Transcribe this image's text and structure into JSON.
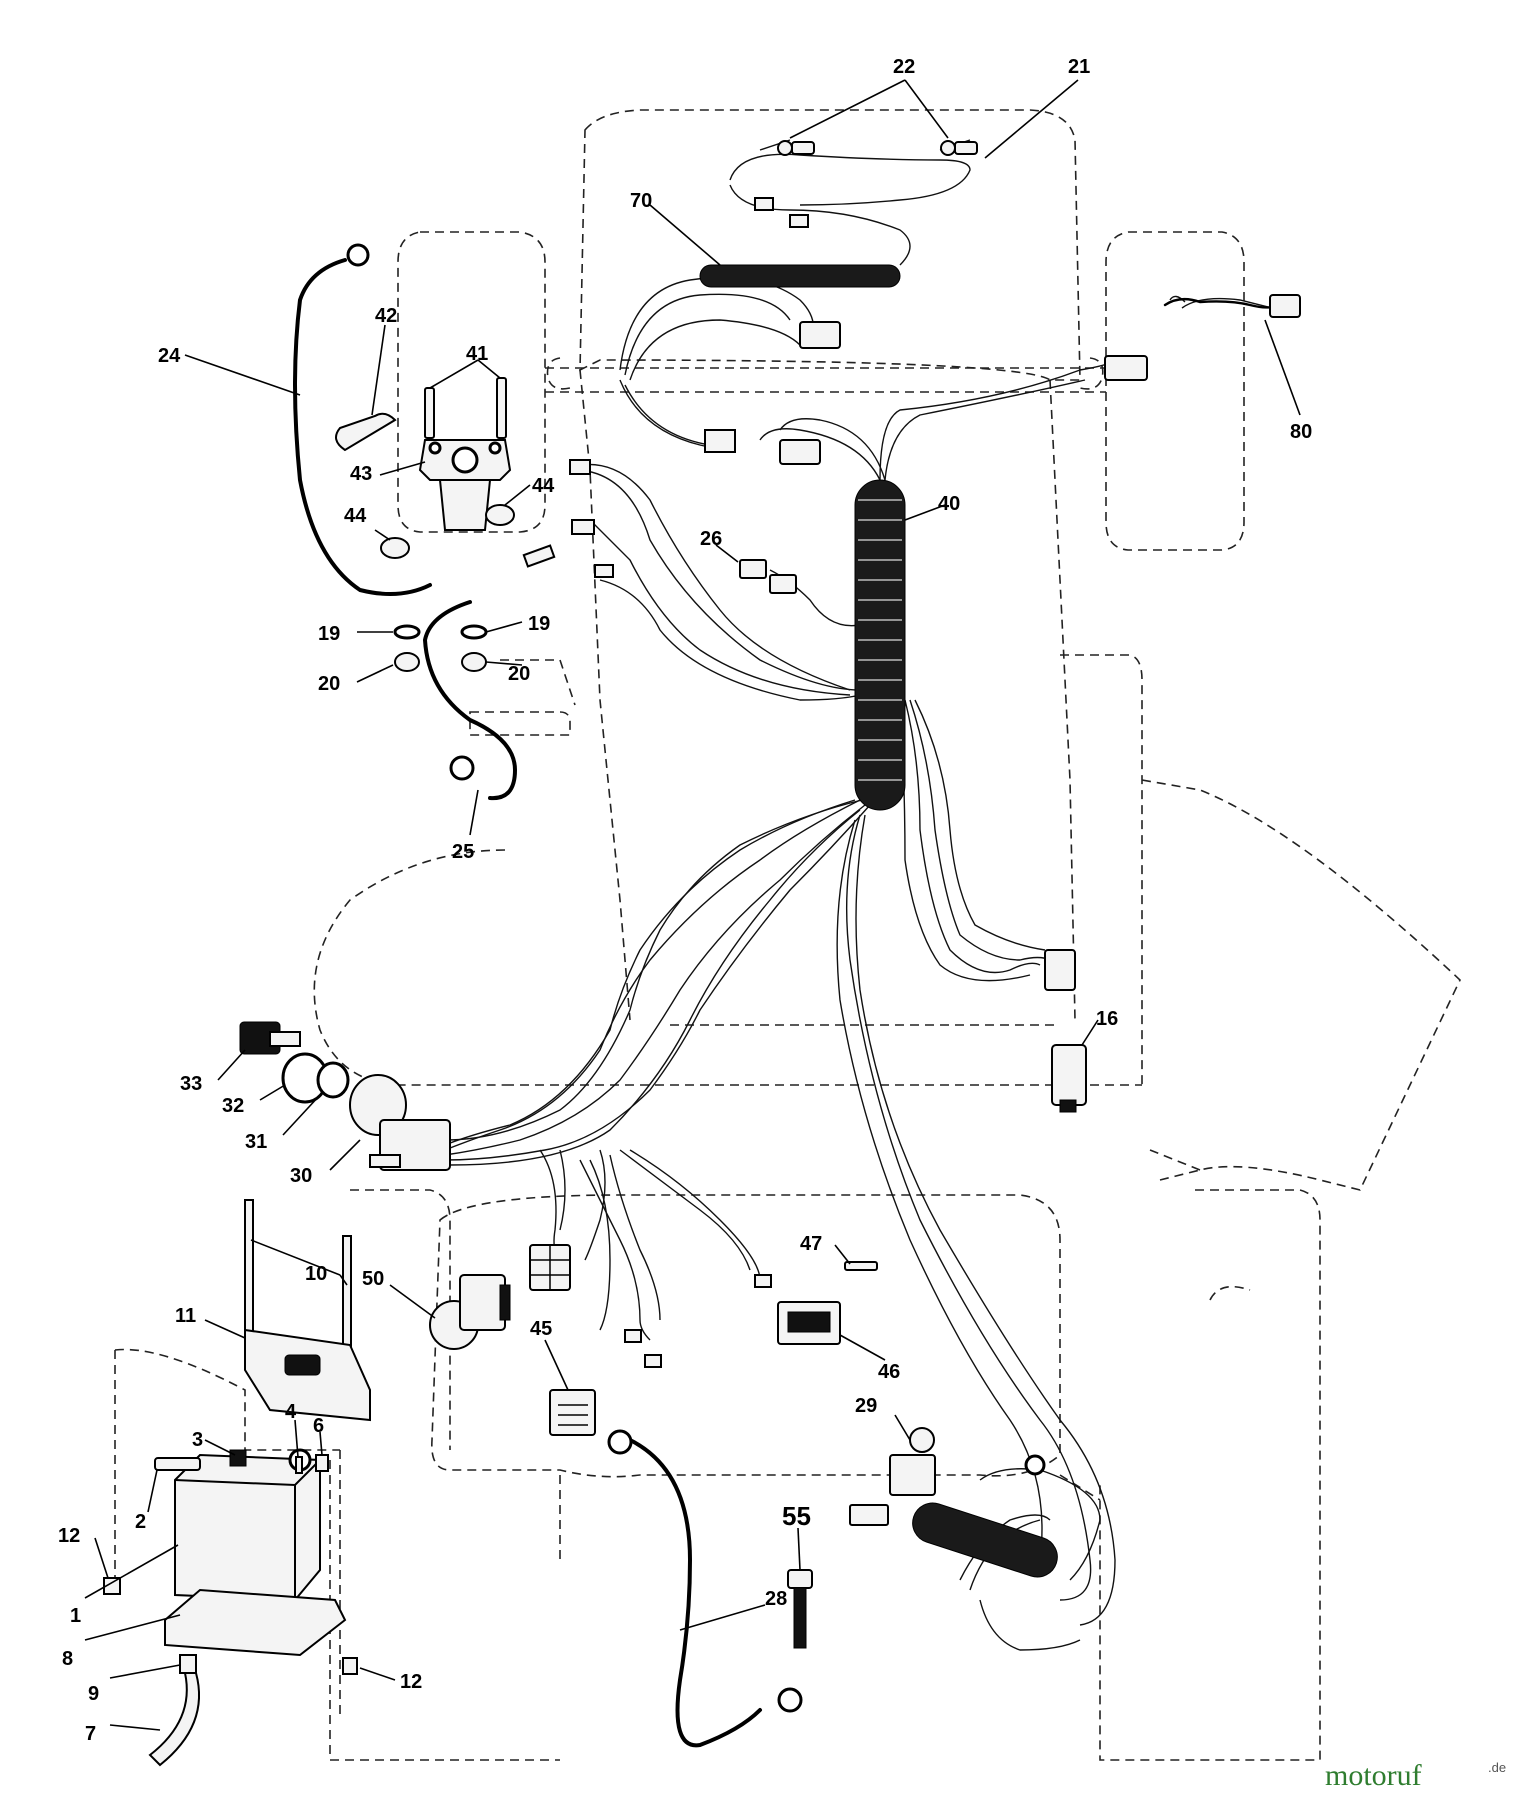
{
  "callouts": [
    {
      "id": "c22",
      "text": "22"
    },
    {
      "id": "c21",
      "text": "21"
    },
    {
      "id": "c70",
      "text": "70"
    },
    {
      "id": "c42",
      "text": "42"
    },
    {
      "id": "c24",
      "text": "24"
    },
    {
      "id": "c41",
      "text": "41"
    },
    {
      "id": "c43",
      "text": "43"
    },
    {
      "id": "c44a",
      "text": "44"
    },
    {
      "id": "c44b",
      "text": "44"
    },
    {
      "id": "c80",
      "text": "80"
    },
    {
      "id": "c40",
      "text": "40"
    },
    {
      "id": "c26",
      "text": "26"
    },
    {
      "id": "c19a",
      "text": "19"
    },
    {
      "id": "c19b",
      "text": "19"
    },
    {
      "id": "c20a",
      "text": "20"
    },
    {
      "id": "c20b",
      "text": "20"
    },
    {
      "id": "c25",
      "text": "25"
    },
    {
      "id": "c16",
      "text": "16"
    },
    {
      "id": "c33",
      "text": "33"
    },
    {
      "id": "c32",
      "text": "32"
    },
    {
      "id": "c31",
      "text": "31"
    },
    {
      "id": "c30",
      "text": "30"
    },
    {
      "id": "c10",
      "text": "10"
    },
    {
      "id": "c50",
      "text": "50"
    },
    {
      "id": "c47",
      "text": "47"
    },
    {
      "id": "c11",
      "text": "11"
    },
    {
      "id": "c45",
      "text": "45"
    },
    {
      "id": "c46",
      "text": "46"
    },
    {
      "id": "c29",
      "text": "29"
    },
    {
      "id": "c3",
      "text": "3"
    },
    {
      "id": "c4",
      "text": "4"
    },
    {
      "id": "c6",
      "text": "6"
    },
    {
      "id": "c12a",
      "text": "12"
    },
    {
      "id": "c2",
      "text": "2"
    },
    {
      "id": "c1",
      "text": "1"
    },
    {
      "id": "c55",
      "text": "55"
    },
    {
      "id": "c28",
      "text": "28"
    },
    {
      "id": "c8",
      "text": "8"
    },
    {
      "id": "c9",
      "text": "9"
    },
    {
      "id": "c12b",
      "text": "12"
    },
    {
      "id": "c7",
      "text": "7"
    }
  ],
  "watermark": {
    "brand": "motoruf",
    "suffix": ".de"
  }
}
